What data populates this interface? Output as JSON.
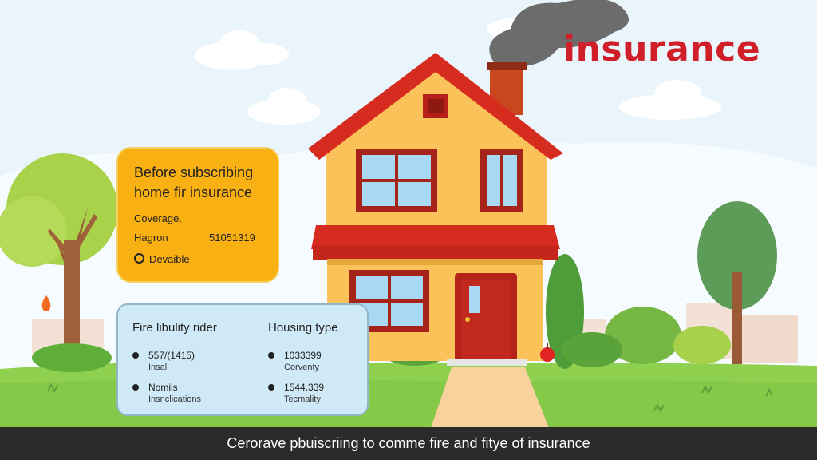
{
  "brand": {
    "text": "insurance",
    "color": "#d11f2a"
  },
  "before_card": {
    "title_line1": "Before subscribing",
    "title_line2": "home fir insurance",
    "coverage_label": "Coverage.",
    "region_label": "Hagron",
    "region_value": "51051319",
    "option_label": "Devaible",
    "option_icon": "radio-icon",
    "background_color": "#f9b012"
  },
  "details_card": {
    "left_column": {
      "header": "Fire libulity rider",
      "items": [
        {
          "primary": "557/(1415)",
          "secondary": "Insal"
        },
        {
          "primary": "Nomils",
          "secondary": "Insnclications"
        }
      ]
    },
    "right_column": {
      "header": "Housing type",
      "items": [
        {
          "primary": "1033399",
          "secondary": "Corventy"
        },
        {
          "primary": "1544.339",
          "secondary": "Tecmality"
        }
      ]
    },
    "background_color": "#cfe9f6"
  },
  "caption": {
    "text": "Cerorave pbuiscriing to comme fire and fitye of insurance"
  },
  "scene": {
    "elements": [
      "house-illustration",
      "smoke-cloud",
      "tree-icon",
      "fire-icon",
      "apple-icon"
    ],
    "colors": {
      "roof": "#d62b1f",
      "walls": "#fbc259",
      "grass": "#8fd14f",
      "sky": "#eaf4fb"
    }
  }
}
